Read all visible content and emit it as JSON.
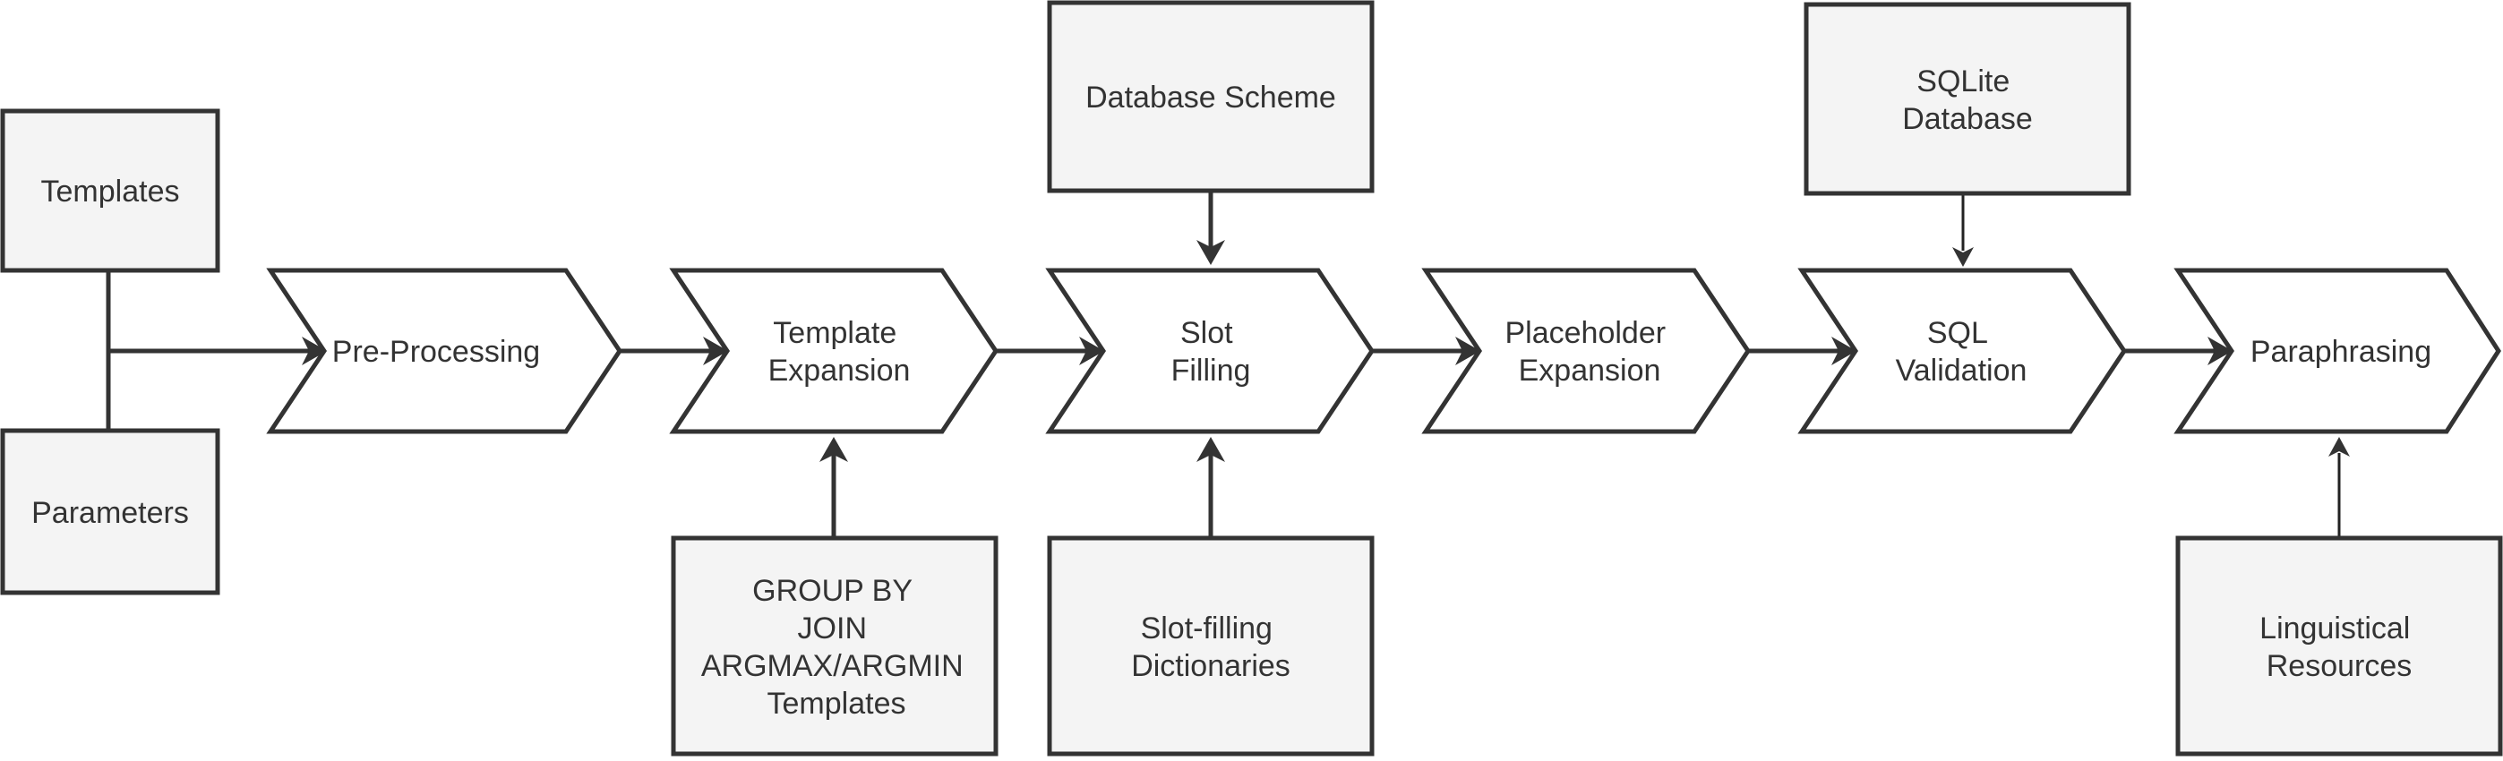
{
  "inputs": {
    "templates": [
      "Templates"
    ],
    "parameters": [
      "Parameters"
    ],
    "database_scheme": [
      "Database Scheme"
    ],
    "sqlite_database": [
      "SQLite",
      "Database"
    ],
    "group_by_templates": [
      "GROUP BY",
      "JOIN",
      "ARGMAX/ARGMIN",
      "Templates"
    ],
    "slot_filling_dictionaries": [
      "Slot-filling",
      "Dictionaries"
    ],
    "linguistical_resources": [
      "Linguistical",
      "Resources"
    ]
  },
  "steps": {
    "pre_processing": [
      "Pre-Processing"
    ],
    "template_expansion": [
      "Template",
      "Expansion"
    ],
    "slot_filling": [
      "Slot",
      "Filling"
    ],
    "placeholder_expansion": [
      "Placeholder",
      "Expansion"
    ],
    "sql_validation": [
      "SQL",
      "Validation"
    ],
    "paraphrasing": [
      "Paraphrasing"
    ]
  }
}
